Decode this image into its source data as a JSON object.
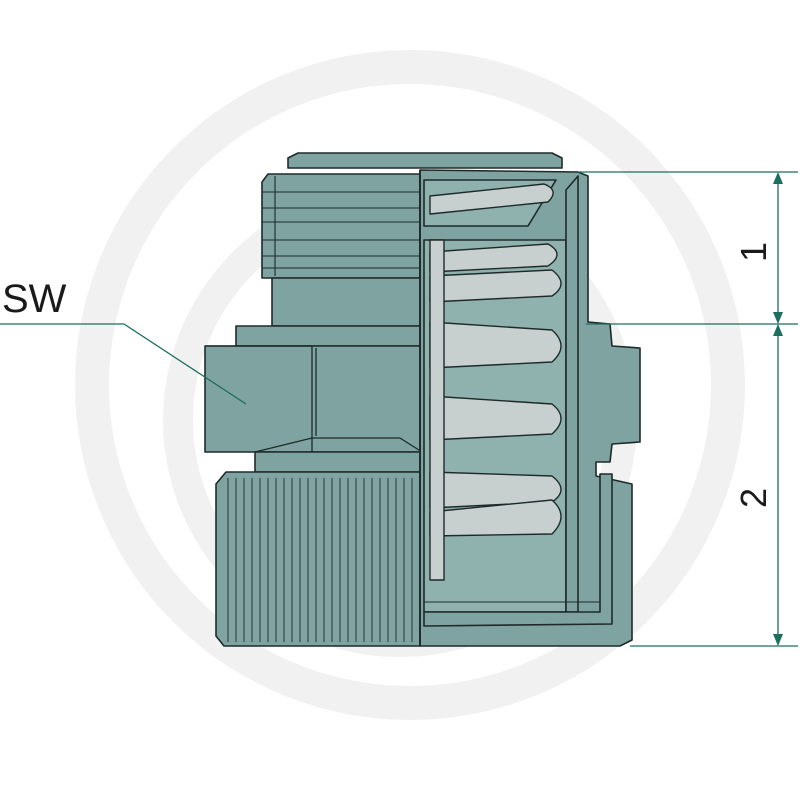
{
  "labels": {
    "wrench_size": "SW",
    "dimension_1": "1",
    "dimension_2": "2"
  },
  "colors": {
    "part_fill": "#7fa3a0",
    "part_fill_light": "#8fb2ae",
    "outline": "#1e2a2a",
    "spring": "#c8d0cf",
    "leader_line": "#1c6e5e",
    "watermark": "#f2f2f2"
  }
}
